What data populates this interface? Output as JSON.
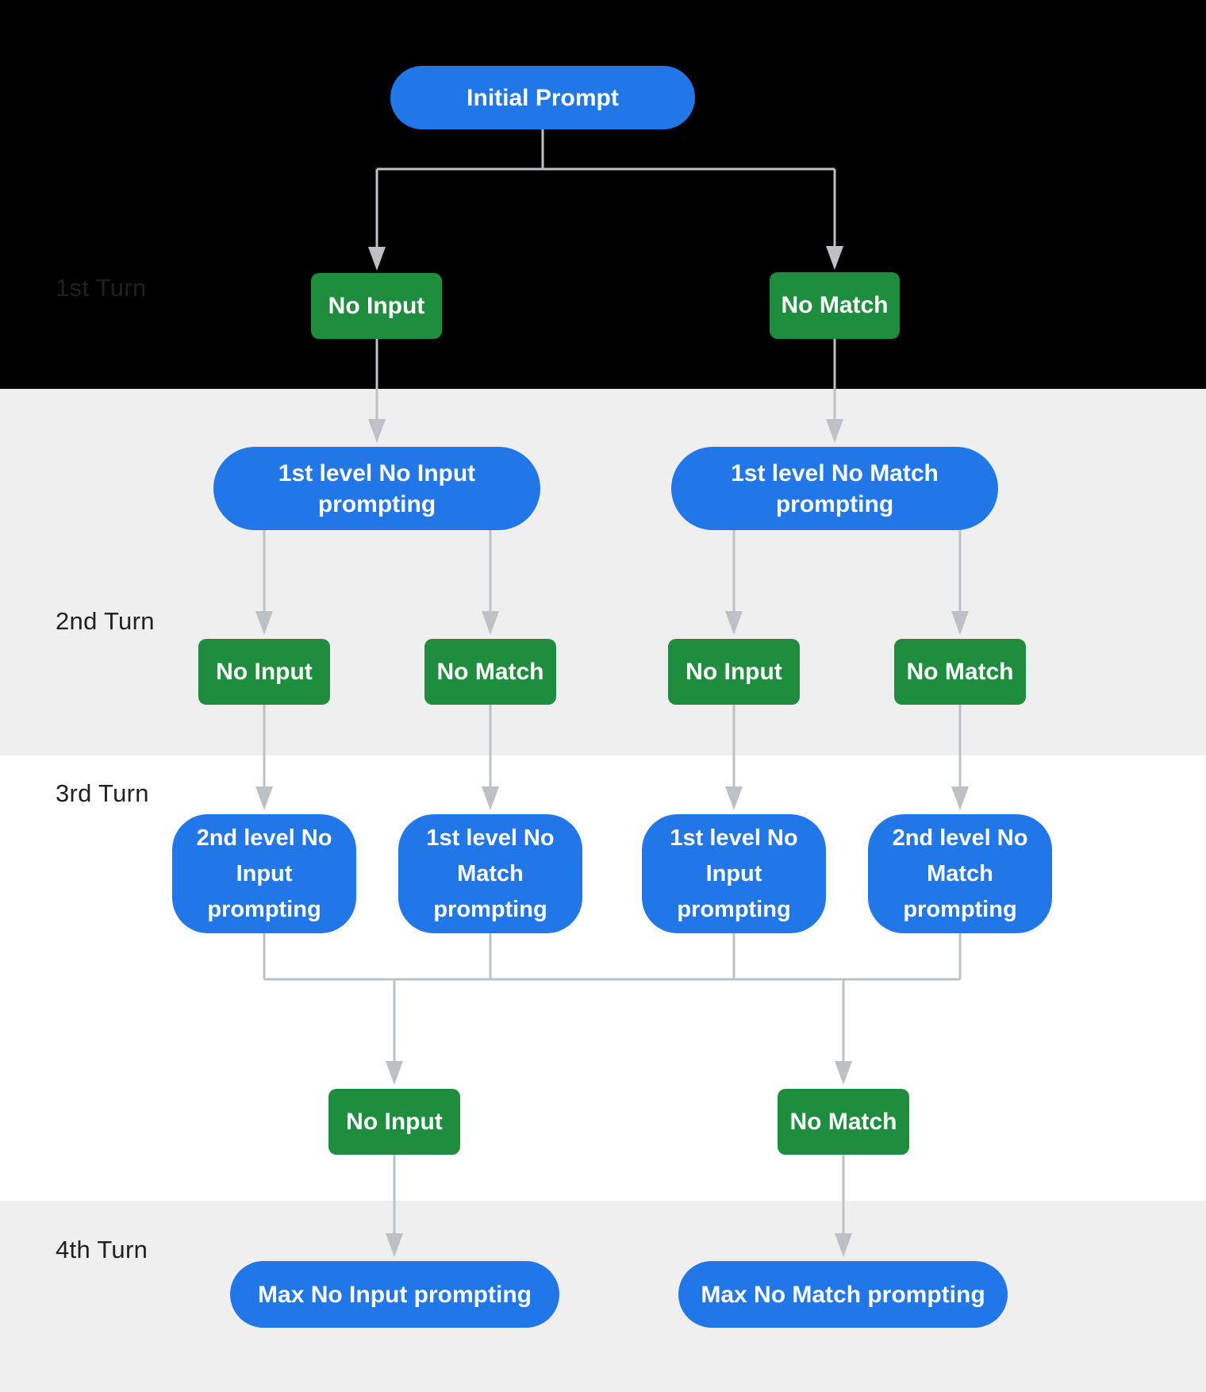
{
  "diagram": {
    "description": "Four-turn no-input / no-match reprompting flow",
    "turns": [
      {
        "label": "1st Turn"
      },
      {
        "label": "2nd Turn"
      },
      {
        "label": "3rd Turn"
      },
      {
        "label": "4th Turn"
      }
    ],
    "nodes": {
      "initial": {
        "label": "Initial Prompt",
        "type": "prompt"
      },
      "t1_no_input": {
        "label": "No Input",
        "type": "event"
      },
      "t1_no_match": {
        "label": "No Match",
        "type": "event"
      },
      "t2_no_input_prompt": {
        "label": "1st level No Input prompting",
        "type": "prompt"
      },
      "t2_no_match_prompt": {
        "label": "1st level No Match prompting",
        "type": "prompt"
      },
      "t2_event_1": {
        "label": "No Input",
        "type": "event"
      },
      "t2_event_2": {
        "label": "No Match",
        "type": "event"
      },
      "t2_event_3": {
        "label": "No Input",
        "type": "event"
      },
      "t2_event_4": {
        "label": "No Match",
        "type": "event"
      },
      "t3_prompt_1": {
        "label": "2nd level No Input prompting",
        "type": "prompt"
      },
      "t3_prompt_2": {
        "label": "1st level No Match prompting",
        "type": "prompt"
      },
      "t3_prompt_3": {
        "label": "1st level No Input prompting",
        "type": "prompt"
      },
      "t3_prompt_4": {
        "label": "2nd level No Match prompting",
        "type": "prompt"
      },
      "t3_no_input": {
        "label": "No Input",
        "type": "event"
      },
      "t3_no_match": {
        "label": "No Match",
        "type": "event"
      },
      "t4_max_no_input": {
        "label": "Max No Input prompting",
        "type": "prompt"
      },
      "t4_max_no_match": {
        "label": "Max No Match prompting",
        "type": "prompt"
      }
    },
    "colors": {
      "prompt_blue": "#2176e8",
      "event_green": "#1e8e3e",
      "connector_gray": "#bdc1c6",
      "band_black": "#000000",
      "band_gray": "#efefef",
      "band_white": "#ffffff",
      "label_dark": "#202124",
      "node_text": "#ffffff"
    }
  }
}
